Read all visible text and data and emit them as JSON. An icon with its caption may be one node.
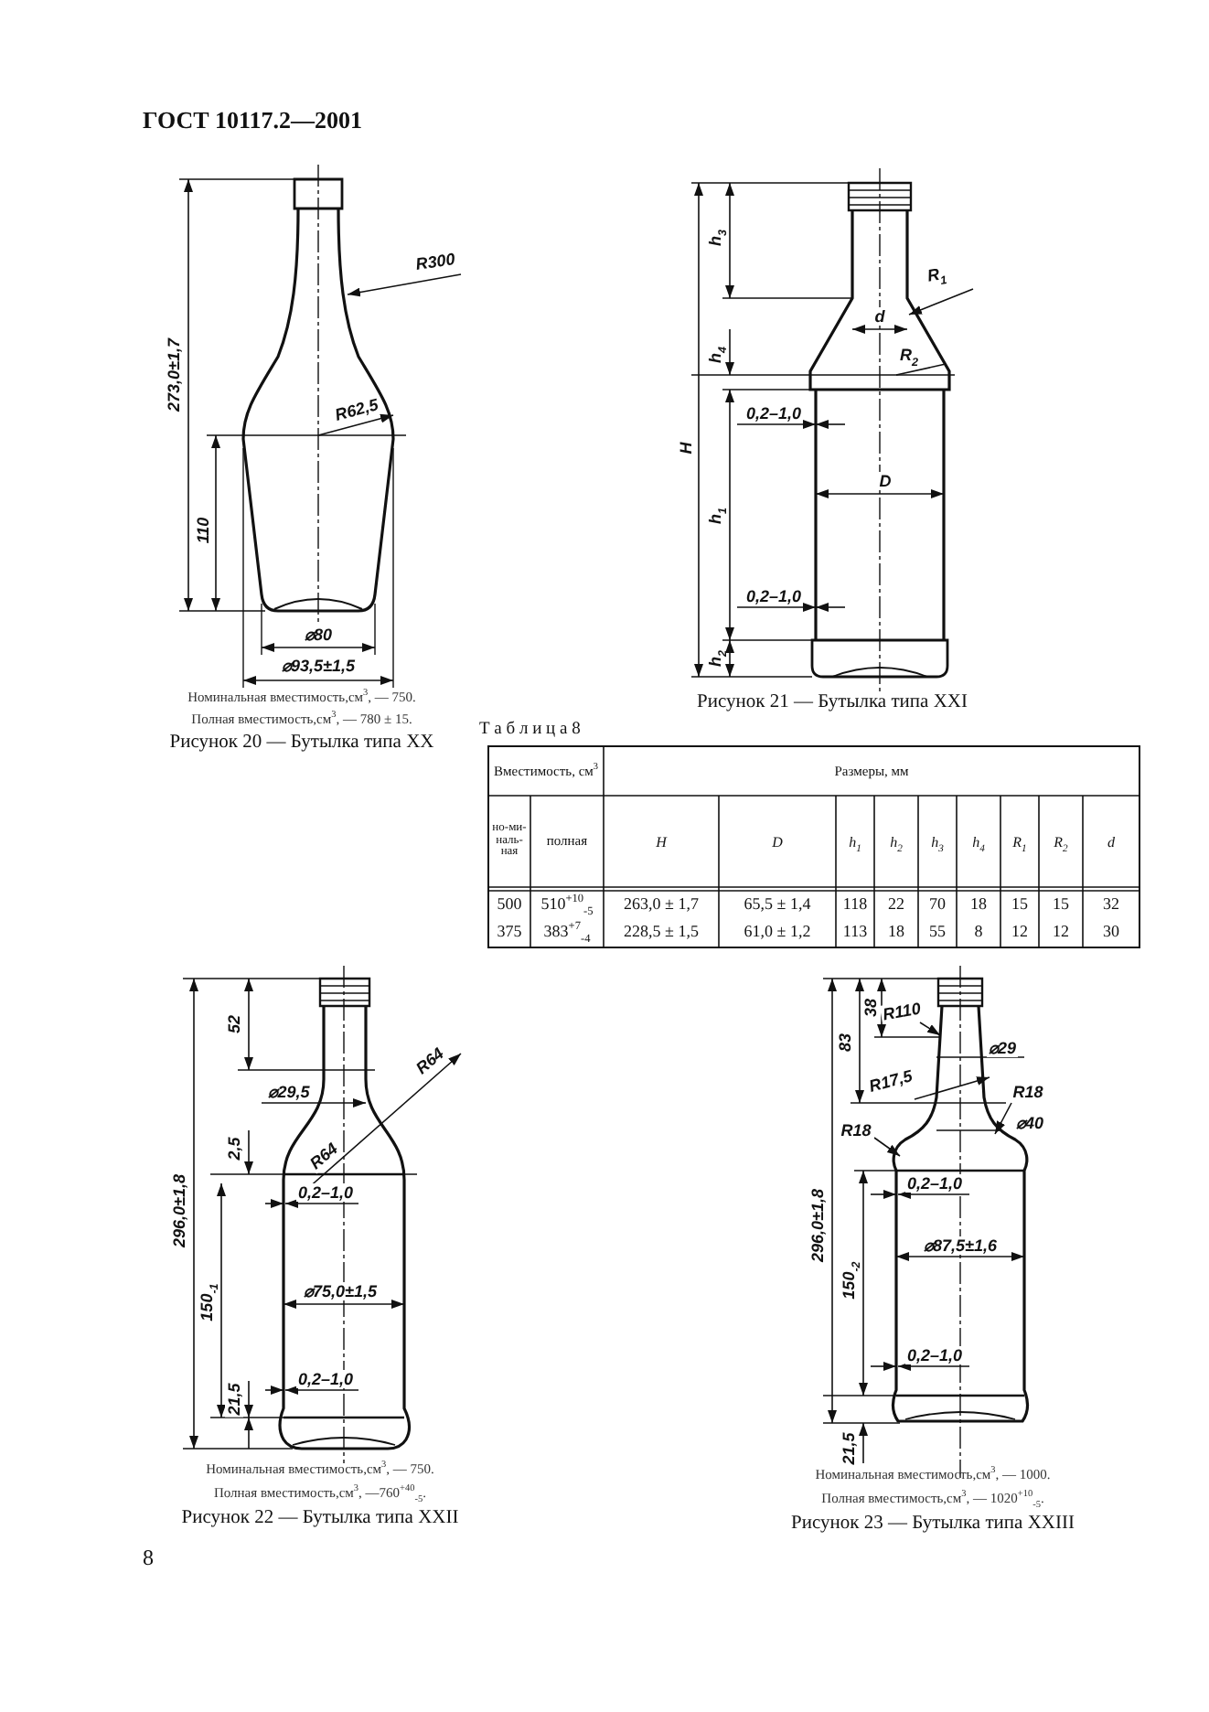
{
  "diagram": {
    "labels": [
      "ГОСТ 10117.2—2001",
      "R300",
      "273,0±1,7",
      "R62,5",
      "110",
      "⌀80",
      "⌀93,5±1,5",
      "Номинальная вместимость,см$^{3}$, — 750.",
      "Полная вместимость,см$^{3}$, — 780 ± 15.",
      "Рисунок 20 — Бутылка типа XX",
      "h$_{3}$",
      "R$_{1}$",
      "d",
      "h$_{4}$",
      "R$_{2}$",
      "H",
      "0,2–1,0",
      "D",
      "h$_{1}$",
      "0,2–1,0",
      "h$_{2}$",
      "Рисунок 21 — Бутылка типа XXI",
      "Т а б л и ц а 8",
      "Вместимость, см$^{3}$",
      "Размеры, мм",
      "но-ми-наль-ная",
      "полная",
      "H",
      "D",
      "h$_{1}$",
      "h$_{2}$",
      "h$_{3}$",
      "h$_{4}$",
      "R$_{1}$",
      "R$_{2}$",
      "d",
      "500",
      "510$^{+10}$$_{-5}$",
      "263,0 ± 1,7",
      "65,5 ± 1,4",
      "118",
      "22",
      "70",
      "18",
      "15",
      "15",
      "32",
      "375",
      "383$^{+7}$$_{-4}$",
      "228,5 ± 1,5",
      "61,0 ± 1,2",
      "113",
      "18",
      "55",
      "8",
      "12",
      "12",
      "30",
      "52",
      "⌀29,5",
      "R64",
      "2,5",
      "R64",
      "296,0±1,8",
      "0,2–1,0",
      "150$_{-1}$",
      "⌀75,0±1,5",
      "21,5",
      "0,2–1,0",
      "Номинальная вместимость,см$^{3}$, — 750.",
      "Полная вместимость,см$^{3}$, —760$^{+40}$$_{-5}$.",
      "Рисунок 22 — Бутылка типа XXII",
      "38",
      "R110",
      "83",
      "⌀29",
      "R17,5",
      "R18",
      "⌀40",
      "R18",
      "296,0±1,8",
      "0,2–1,0",
      "⌀87,5±1,6",
      "150$_{-2}$",
      "0,2–1,0",
      "21,5",
      "Номинальная вместимость,см$^{3}$, — 1000.",
      "Полная вместимость,см$^{3}$, — 1020$^{+10}$$_{-5}$.",
      "Рисунок 23 — Бутылка типа XXIII",
      "8"
    ]
  }
}
